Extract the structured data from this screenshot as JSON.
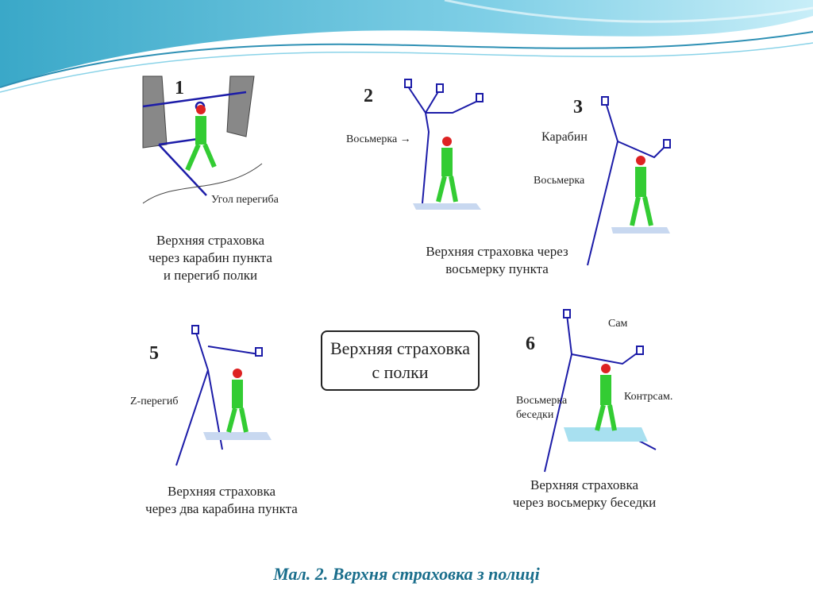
{
  "theme": {
    "wave_dark": "#3aa8c8",
    "wave_light": "#a8dff0",
    "caption_color": "#1a6e8c",
    "rope": "#1c1ca8",
    "climber": "#33cc33",
    "helmet": "#dd2222"
  },
  "panels": [
    {
      "number": "1",
      "label_corner": "Угол перегиба",
      "caption": [
        "Верхняя страховка",
        "через карабин пункта",
        "и перегиб полки"
      ]
    },
    {
      "number": "2",
      "label_knot": "Восьмерка →",
      "caption": [
        "Верхняя страховка через",
        "восьмерку пункта"
      ]
    },
    {
      "number": "3",
      "label_carabiner": "Карабин",
      "label_knot": "Восьмерка",
      "caption": []
    },
    {
      "number": "5",
      "label_zbend": "Z-перегиб",
      "caption": [
        "Верхняя  страховка",
        "через два карабина пункта"
      ]
    },
    {
      "number": "6",
      "label_self": "Сам",
      "label_knot": "Восьмерка",
      "label_knot2": "беседки",
      "label_counter": "Контрсам.",
      "caption": [
        "Верхняя  страховка",
        "через восьмерку беседки"
      ]
    }
  ],
  "center_box": {
    "line1": "Верхняя  страховка",
    "line2": "с  полки"
  },
  "caption": "Мал. 2. Верхня страховка з полиці"
}
